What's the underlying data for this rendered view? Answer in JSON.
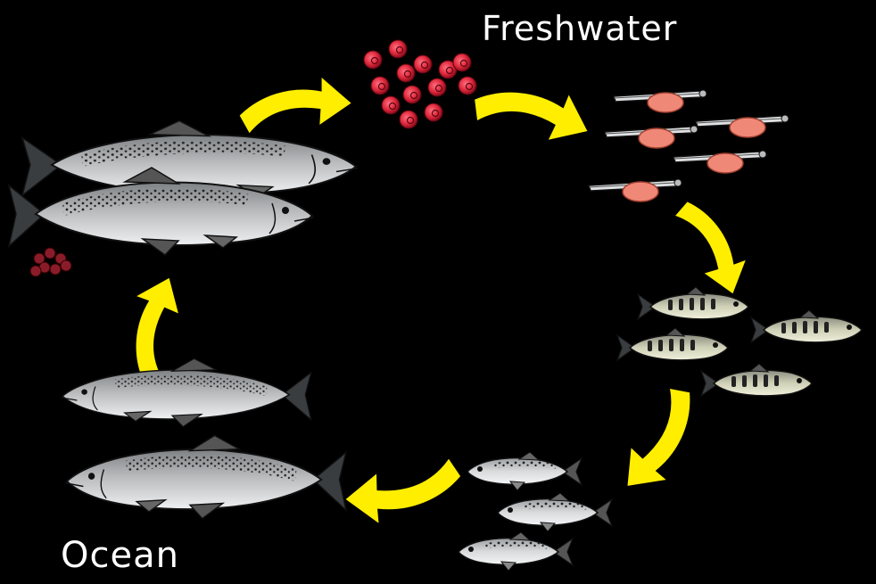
{
  "labels": {
    "freshwater": "Freshwater",
    "ocean": "Ocean"
  },
  "colors": {
    "background": "#000000",
    "arrow": "#ffee00",
    "egg": "#e0283c",
    "alevin_yolk": "#f08878",
    "fish_body": "#b8babc",
    "fish_light": "#e6e8ea",
    "fry_body": "#d8d8b8",
    "spots": "#222222"
  },
  "stages": [
    "eggs",
    "alevins",
    "fry",
    "smolts",
    "ocean-adults",
    "spawning-adults"
  ],
  "icons": [
    "egg-cluster-icon",
    "alevin-icon",
    "fry-icon",
    "smolt-icon",
    "salmon-icon",
    "arrow-icon"
  ]
}
